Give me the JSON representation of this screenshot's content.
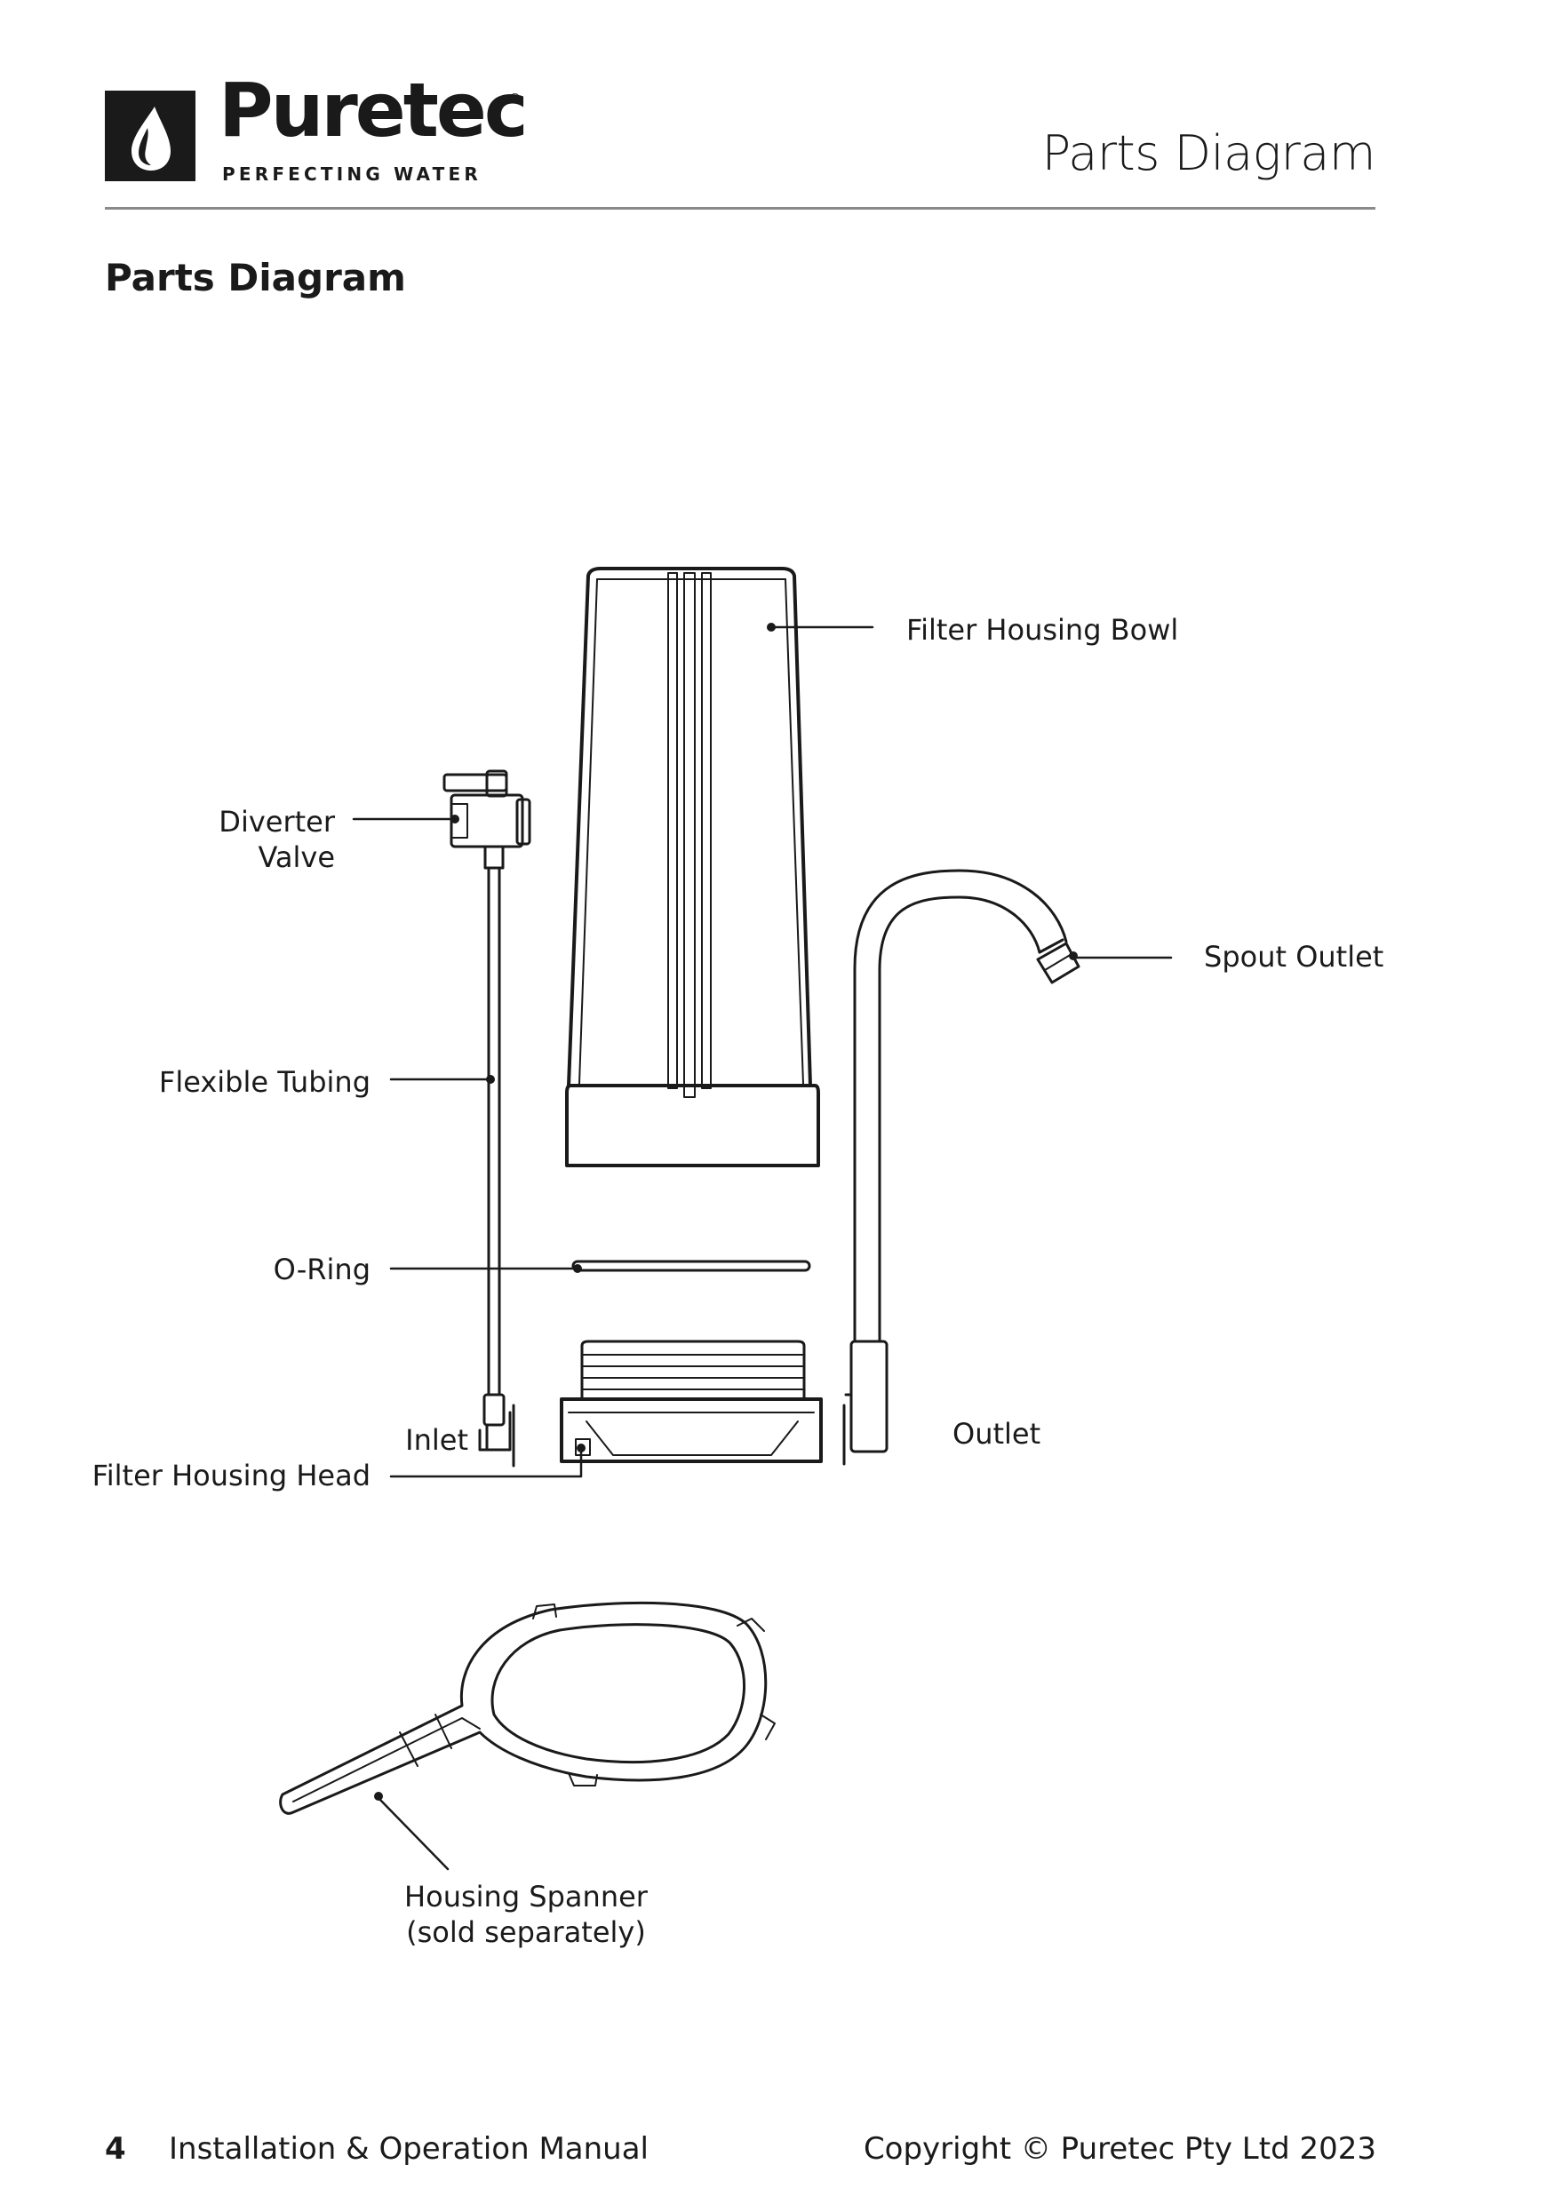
{
  "header": {
    "brand_name": "Puretec",
    "brand_reg": "®",
    "brand_tagline": "PERFECTING WATER",
    "page_title": "Parts Diagram"
  },
  "section": {
    "heading": "Parts Diagram"
  },
  "labels": {
    "filter_housing_bowl": "Filter Housing Bowl",
    "diverter_valve_1": "Diverter",
    "diverter_valve_2": "Valve",
    "spout_outlet": "Spout Outlet",
    "flexible_tubing": "Flexible Tubing",
    "o_ring": "O-Ring",
    "inlet": "Inlet",
    "outlet": "Outlet",
    "filter_housing_head": "Filter Housing Head",
    "housing_spanner_1": "Housing Spanner",
    "housing_spanner_2": "(sold separately)"
  },
  "footer": {
    "page_number": "4",
    "manual_title": "Installation & Operation Manual",
    "copyright": "Copyright © Puretec Pty Ltd 2023"
  }
}
